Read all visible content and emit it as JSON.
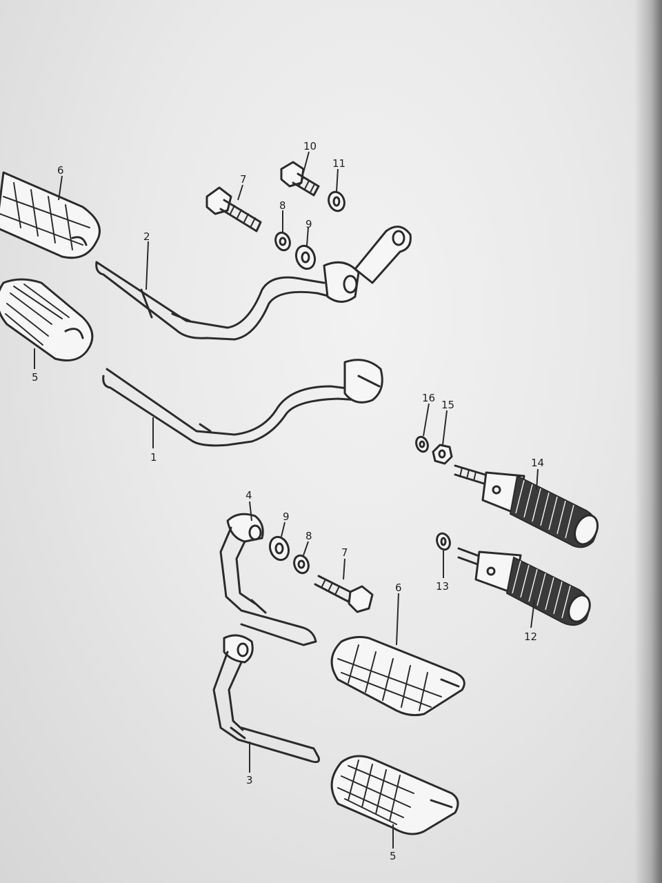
{
  "labels": {
    "p1": "1",
    "p2": "2",
    "p3": "3",
    "p4": "4",
    "p5_top": "5",
    "p5_bottom": "5",
    "p6_top": "6",
    "p6_bottom": "6",
    "p7_top": "7",
    "p7_bottom": "7",
    "p8_top": "8",
    "p8_bottom": "8",
    "p9_top": "9",
    "p9_bottom": "9",
    "p10": "10",
    "p11": "11",
    "p12": "12",
    "p13": "13",
    "p14": "14",
    "p15": "15",
    "p16": "16"
  }
}
